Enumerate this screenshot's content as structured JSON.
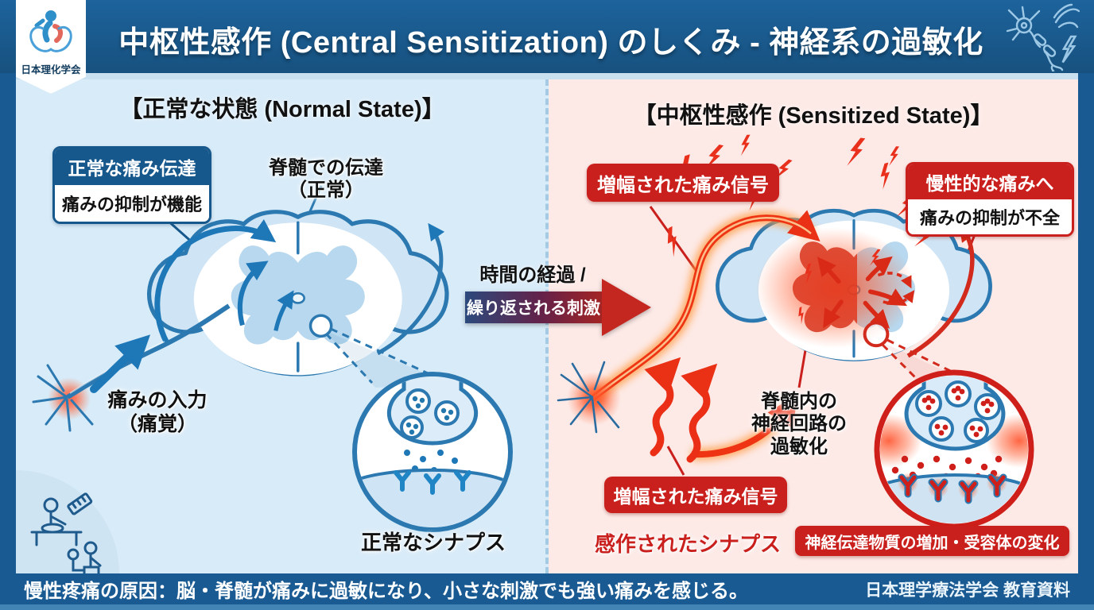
{
  "header": {
    "logo_text": "日本理化学会",
    "title": "中枢性感作 (Central Sensitization) のしくみ - 神経系の過敏化"
  },
  "normal_panel": {
    "title": "【正常な状態 (Normal State)】",
    "transmission_box": {
      "header": "正常な痛み伝達",
      "body": "痛みの抑制が機能"
    },
    "cord_label": [
      "脊髄での伝達",
      "（正常）"
    ],
    "pain_input_label": [
      "痛みの入力",
      "（痛覚）"
    ],
    "synapse_caption": "正常なシナプス"
  },
  "transition": {
    "line1": "時間の経過 /",
    "line2": "繰り返される刺激"
  },
  "sensitized_panel": {
    "title": "【中枢性感作 (Sensitized State)】",
    "amplified_signal_top": "増幅された痛み信号",
    "chronic_pain_box": {
      "header": "慢性的な痛みへ",
      "body": "痛みの抑制が不全"
    },
    "circuit_label": [
      "脊髄内の",
      "神経回路の",
      "過敏化"
    ],
    "amplified_signal_bottom": "増幅された痛み信号",
    "synapse_caption": "感作されたシナプス",
    "neurotransmitter_caption": "神経伝達物質の増加・受容体の変化"
  },
  "footer": {
    "summary": "慢性疼痛の原因：脳・脊髄が痛みに過敏になり、小さな刺激でも強い痛みを感じる。",
    "credit": "日本理学療法学会 教育資料"
  },
  "colors": {
    "header_blue": "#1a5a92",
    "panel_left_bg": "#d8ebf8",
    "panel_right_bg": "#fdeae7",
    "outline_blue": "#2b79b0",
    "arrow_blue": "#1e78b8",
    "accent_red": "#c9201d",
    "bright_red": "#e8301c",
    "gray_matter_blue": "#b7d8ee"
  }
}
